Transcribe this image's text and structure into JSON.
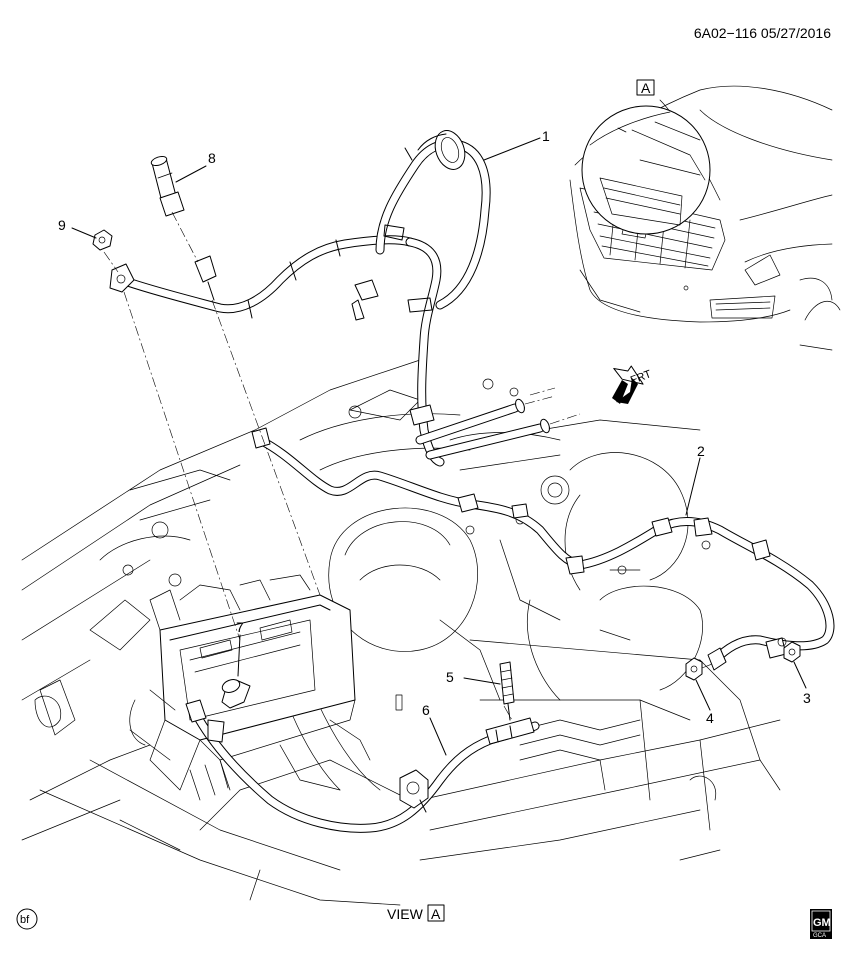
{
  "header": {
    "reference": "6A02−116  05/27/2016"
  },
  "callouts": [
    "1",
    "2",
    "3",
    "4",
    "5",
    "6",
    "7",
    "8",
    "9"
  ],
  "detail": {
    "letter": "A"
  },
  "direction": {
    "label": "FRT"
  },
  "view_label": {
    "text": "VIEW",
    "letter": "A"
  },
  "corner_mark": {
    "text": "bf"
  },
  "logo": {
    "text": "GM",
    "subtext": "GCA"
  }
}
